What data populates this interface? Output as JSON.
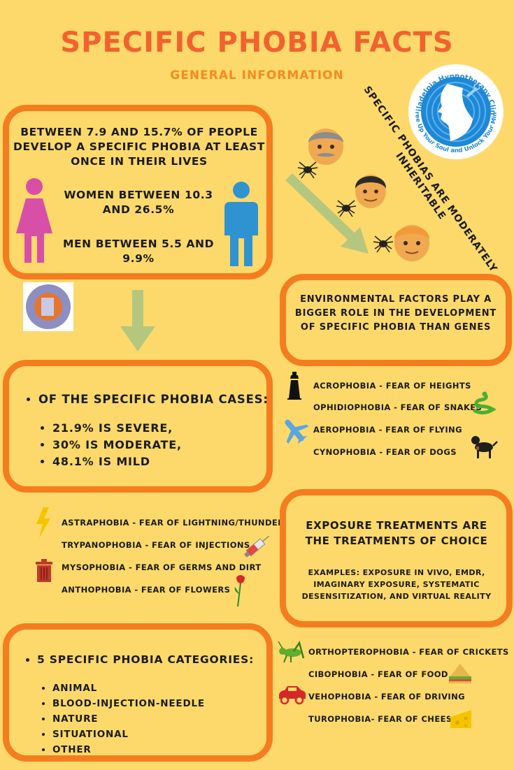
{
  "title": "SPECIFIC PHOBIA FACTS",
  "subtitle": "GENERAL INFORMATION",
  "logo": {
    "ring_text": "Philadelpia Hypnotherapy Clinic",
    "ring_text_2": "\"Free Up Your Soul and Unlock Your Mind\"",
    "colors": {
      "ring": "#1e88d6",
      "face": "#ffffff"
    }
  },
  "heritable_text": "SPECIFIC PHOBIAS ARE MODERATELY INHERITABLE",
  "prevalence": {
    "headline": "BETWEEN 7.9 AND 15.7% OF PEOPLE DEVELOP A SPECIFIC PHOBIA AT LEAST ONCE IN THEIR LIVES",
    "women": "WOMEN BETWEEN 10.3 AND 26.5%",
    "men": "MEN BETWEEN 5.5 AND 9.9%"
  },
  "environment_text": "ENVIRONMENTAL FACTORS PLAY A BIGGER ROLE IN THE DEVELOPMENT OF SPECIFIC PHOBIA THAN GENES",
  "severity": {
    "heading": "OF THE SPECIFIC PHOBIA CASES:",
    "items": [
      "21.9% IS SEVERE,",
      "30% IS MODERATE,",
      "48.1% IS MILD"
    ]
  },
  "phobias_a": [
    {
      "text": "ACROPHOBIA - FEAR OF HEIGHTS",
      "icon": "lighthouse-icon"
    },
    {
      "text": "OPHIDIOPHOBIA - FEAR OF SNAKES",
      "icon": "snake-icon"
    },
    {
      "text": "AEROPHOBIA - FEAR OF FLYING",
      "icon": "airplane-icon"
    },
    {
      "text": "CYNOPHOBIA - FEAR OF DOGS",
      "icon": "dog-icon"
    }
  ],
  "phobias_b": [
    {
      "text": "ASTRAPHOBIA - FEAR OF LIGHTNING/THUNDER",
      "icon": "lightning-icon"
    },
    {
      "text": "TRYPANOPHOBIA - FEAR OF INJECTIONS",
      "icon": "syringe-icon"
    },
    {
      "text": "MYSOPHOBIA - FEAR OF GERMS AND DIRT",
      "icon": "trash-can-icon"
    },
    {
      "text": "ANTHOPHOBIA - FEAR OF FLOWERS",
      "icon": "flower-icon"
    }
  ],
  "treatment": {
    "heading": "EXPOSURE TREATMENTS ARE THE TREATMENTS OF CHOICE",
    "examples": "EXAMPLES:  EXPOSURE IN VIVO, EMDR, IMAGINARY EXPOSURE, SYSTEMATIC DESENSITIZATION, AND VIRTUAL REALITY"
  },
  "categories": {
    "heading": "5 SPECIFIC PHOBIA CATEGORIES:",
    "items": [
      "ANIMAL",
      "BLOOD-INJECTION-NEEDLE",
      "NATURE",
      "SITUATIONAL",
      "OTHER"
    ]
  },
  "phobias_c": [
    {
      "text": "ORTHOPTEROPHOBIA - FEAR OF CRICKETS",
      "icon": "cricket-icon"
    },
    {
      "text": "CIBOPHOBIA - FEAR OF FOOD",
      "icon": "sandwich-icon"
    },
    {
      "text": "VEHOPHOBIA - FEAR OF DRIVING",
      "icon": "car-icon"
    },
    {
      "text": "TUROPHOBIA- FEAR OF CHEESE",
      "icon": "cheese-icon"
    }
  ],
  "colors": {
    "background": "#fcd96a",
    "title": "#f2622e",
    "border": "#f57c1f",
    "arrow": "#b5c77f",
    "woman": "#d84fa8",
    "man": "#2f93d1"
  }
}
